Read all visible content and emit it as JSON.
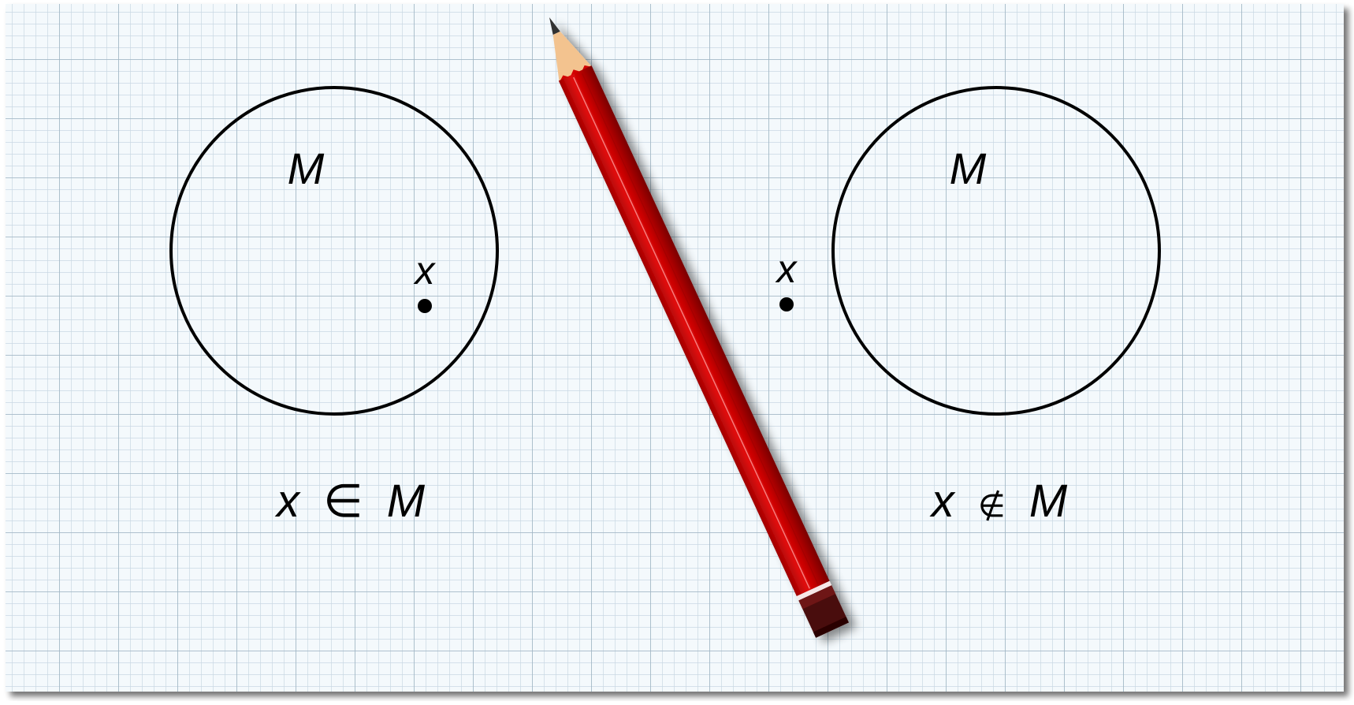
{
  "left_panel": {
    "set_label": "M",
    "element_label": "x",
    "relation": {
      "element": "x",
      "symbol": "∈",
      "set": "M"
    }
  },
  "right_panel": {
    "set_label": "M",
    "element_label": "x",
    "relation": {
      "element": "x",
      "symbol": "∉",
      "set": "M"
    }
  },
  "colors": {
    "paper": "#f4f9fc",
    "grid_minor": "#c9d8e3",
    "grid_major": "#9fb4c3",
    "ink": "#000000",
    "pencil_body": "#d40000",
    "pencil_dark": "#8b0000",
    "pencil_wood": "#f3c38f",
    "pencil_eraser_cap": "#4a0a0a"
  },
  "icons": {
    "pencil": "pencil-icon"
  }
}
